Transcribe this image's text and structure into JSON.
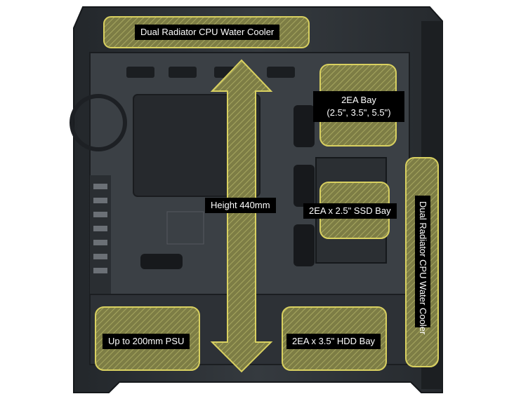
{
  "labels": {
    "radiator_top": "Dual Radiator CPU Water Cooler",
    "bay_2ea_title": "2EA Bay",
    "bay_2ea_sizes": "(2.5\", 3.5\", 5.5\")",
    "height": "Height 440mm",
    "ssd_bay": "2EA x 2.5\" SSD Bay",
    "radiator_side": "Dual Radiator CPU Water Cooler",
    "psu": "Up to 200mm PSU",
    "hdd_bay": "2EA x 3.5\" HDD Bay"
  },
  "colors": {
    "case_body": "#2b2f33",
    "case_interior": "#3a3f44",
    "highlight_fill": "#8a8a4a",
    "highlight_border": "#d8d060"
  }
}
